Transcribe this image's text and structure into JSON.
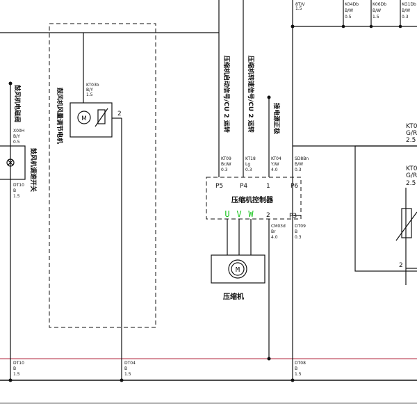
{
  "wires": {
    "top_right_1": [
      "8T/V",
      "1.5"
    ],
    "top_right_2": [
      "K04Db",
      "B/W",
      "0.5"
    ],
    "top_right_3": [
      "K06Db",
      "B/W",
      "1.5"
    ],
    "top_right_4": [
      "KG1Db",
      "B/W",
      "0.3"
    ],
    "blower_in": [
      "KT03b",
      "B/Y",
      "1.5"
    ],
    "left_mid": [
      "X00H",
      "B/Y",
      "0.5"
    ],
    "left_low_a": [
      "DT10",
      "B",
      "1.5"
    ],
    "left_bot": [
      "DT10",
      "B",
      "1.5"
    ],
    "mid_bot": [
      "DT04",
      "B",
      "1.5"
    ],
    "right_bot": [
      "DT08",
      "B",
      "1.5"
    ],
    "p5": [
      "KT09",
      "Br/W",
      "0.3"
    ],
    "p4": [
      "KT18",
      "Lg",
      "0.3"
    ],
    "pin1": [
      "KT04",
      "Y/W",
      "4.0"
    ],
    "p6": [
      "SD8Bn",
      "B/W",
      "0.3"
    ],
    "pin2": [
      "CM03d",
      "Br",
      "4.0"
    ],
    "p3": [
      "DT09",
      "B",
      "0.3"
    ]
  },
  "labels": {
    "relay": "鼓风机电磁阀",
    "left_switch": "鼓风机调速开关",
    "blower_motor": "鼓风机风量调节电机",
    "signal_1": "压缩机启动信号/CU 2 运转",
    "signal_2": "压缩机转速信号/CU 2 运转",
    "power_feed": "接电源正极",
    "pin_2": "2",
    "controller": "压缩机控制器",
    "compressor": "压缩机",
    "u": "U",
    "v": "V",
    "w": "W",
    "right_1": [
      "KT0",
      "G/R",
      "2.5"
    ],
    "right_2": [
      "KT0",
      "G/R",
      "2.5"
    ],
    "right_pin": "2",
    "p5": "P5",
    "p4": "P4",
    "pin1": "1",
    "p6": "P6",
    "pin2": "2",
    "p3": "P3"
  },
  "icons": {
    "motor": "M"
  }
}
